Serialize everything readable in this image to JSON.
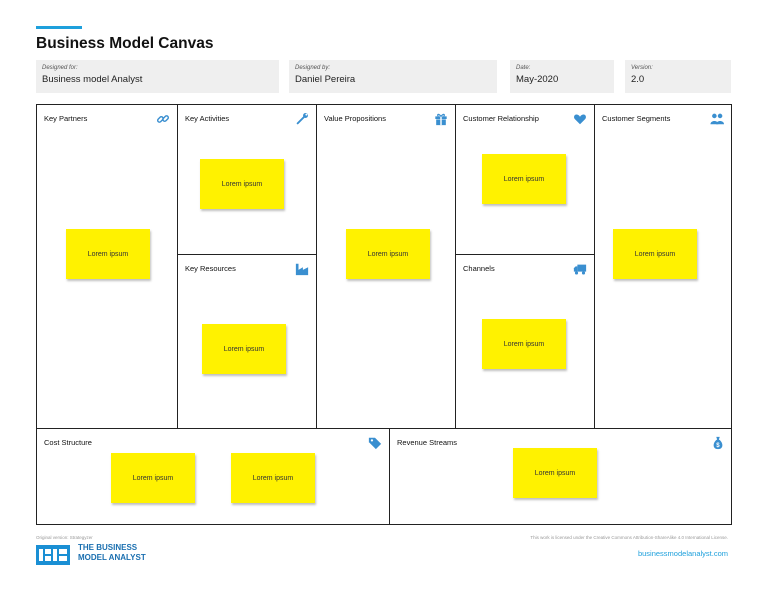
{
  "header": {
    "title": "Business Model Canvas"
  },
  "meta": {
    "designed_for": {
      "label": "Designed for:",
      "value": "Business model Analyst"
    },
    "designed_by": {
      "label": "Designed by:",
      "value": "Daniel Pereira"
    },
    "date": {
      "label": "Date:",
      "value": "May-2020"
    },
    "version": {
      "label": "Version:",
      "value": "2.0"
    }
  },
  "canvas": {
    "key_partners": {
      "label": "Key Partners",
      "icon": "link-icon",
      "note": "Lorem ipsum"
    },
    "key_activities": {
      "label": "Key Activities",
      "icon": "wrench-icon",
      "note": "Lorem ipsum"
    },
    "key_resources": {
      "label": "Key Resources",
      "icon": "factory-icon",
      "note": "Lorem ipsum"
    },
    "value_propositions": {
      "label": "Value Propositions",
      "icon": "gift-icon",
      "note": "Lorem ipsum"
    },
    "customer_relationship": {
      "label": "Customer Relationship",
      "icon": "heart-icon",
      "note": "Lorem ipsum"
    },
    "channels": {
      "label": "Channels",
      "icon": "truck-icon",
      "note": "Lorem ipsum"
    },
    "customer_segments": {
      "label": "Customer Segments",
      "icon": "users-icon",
      "note": "Lorem ipsum"
    },
    "cost_structure": {
      "label": "Cost Structure",
      "icon": "tag-icon",
      "notes": [
        "Lorem ipsum",
        "Lorem ipsum"
      ]
    },
    "revenue_streams": {
      "label": "Revenue Streams",
      "icon": "money-bag-icon",
      "note": "Lorem ipsum"
    }
  },
  "footer": {
    "original_credit": "Original version: Strategyzer",
    "license": "This work is licensed under the Creative Commons Attribution-ShareAlike 4.0 International License.",
    "brand_line1": "THE BUSINESS",
    "brand_line2": "MODEL ANALYST",
    "website": "businessmodelanalyst.com"
  },
  "colors": {
    "accent": "#1ea0dc",
    "sticky": "#fff200",
    "icon": "#3a8fd0"
  }
}
